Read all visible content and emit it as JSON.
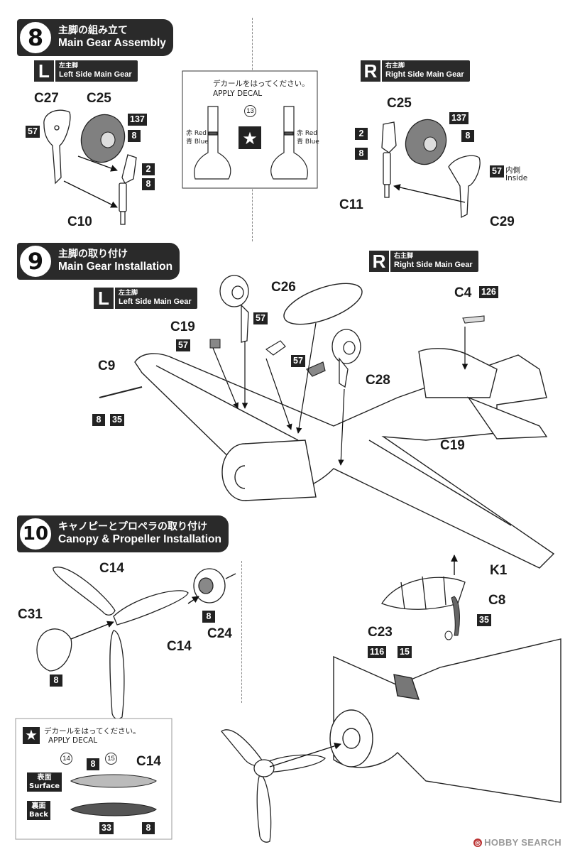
{
  "step8": {
    "num": "8",
    "title_jp": "主脚の組み立て",
    "title_en": "Main Gear Assembly",
    "left_tag": {
      "letter": "L",
      "jp": "左主脚",
      "en": "Left Side Main Gear"
    },
    "right_tag": {
      "letter": "R",
      "jp": "右主脚",
      "en": "Right Side Main Gear"
    },
    "left_parts": {
      "c27": "C27",
      "c25": "C25",
      "b137": "137",
      "b8a": "8",
      "b57": "57",
      "b2": "2",
      "b8b": "8",
      "c10": "C10"
    },
    "right_parts": {
      "c25": "C25",
      "b137": "137",
      "b2": "2",
      "b8a": "8",
      "b8b": "8",
      "b57": "57",
      "inside_jp": "内側",
      "inside_en": "Inside",
      "c11": "C11",
      "c29": "C29"
    },
    "decal_box": {
      "jp": "デカールをはってください。",
      "en": "APPLY DECAL",
      "num": "13",
      "red_jp": "赤",
      "red_en": "Red",
      "blue_jp": "青",
      "blue_en": "Blue"
    }
  },
  "step9": {
    "num": "9",
    "title_jp": "主脚の取り付け",
    "title_en": "Main Gear Installation",
    "left_tag": {
      "letter": "L",
      "jp": "左主脚",
      "en": "Left Side Main Gear"
    },
    "right_tag": {
      "letter": "R",
      "jp": "右主脚",
      "en": "Right Side Main Gear"
    },
    "labels": {
      "c26": "C26",
      "c4": "C4",
      "b126": "126",
      "c19a": "C19",
      "b57a": "57",
      "b57b": "57",
      "b57c": "57",
      "c9": "C9",
      "b8": "8",
      "b35": "35",
      "c28": "C28",
      "c19b": "C19"
    }
  },
  "step10": {
    "num": "10",
    "title_jp": "キャノピーとプロペラの取り付け",
    "title_en": "Canopy & Propeller Installation",
    "labels": {
      "c14a": "C14",
      "c31": "C31",
      "b8a": "8",
      "c14b": "C14",
      "b8b": "8",
      "c24": "C24",
      "k1": "K1",
      "c8": "C8",
      "b35": "35",
      "c23": "C23",
      "b116": "116",
      "b15": "15"
    },
    "decal_box": {
      "jp": "デカールをはってください。",
      "en": "APPLY DECAL",
      "n14": "14",
      "b8": "8",
      "n15": "15",
      "c14": "C14",
      "surface_jp": "表面",
      "surface_en": "Surface",
      "back_jp": "裏面",
      "back_en": "Back",
      "b33": "33",
      "b8b": "8"
    }
  },
  "watermark": "HOBBY SEARCH",
  "colors": {
    "badge": "#222222",
    "ink": "#1a1a1a",
    "wheel": "#808080"
  }
}
